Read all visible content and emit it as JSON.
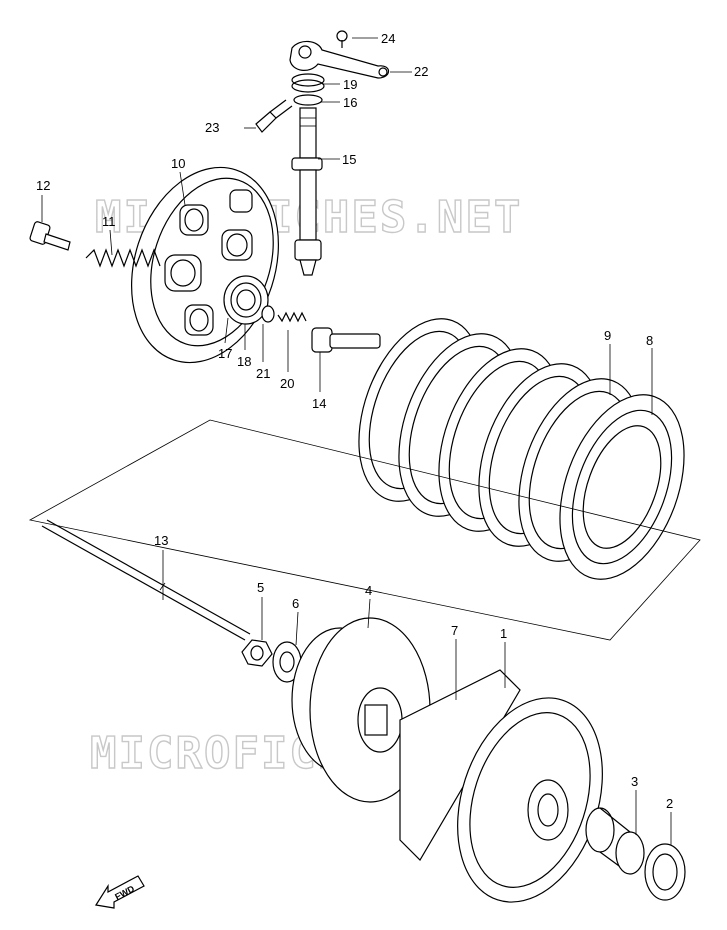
{
  "watermark": "MICROFICHES.NET",
  "fwd_label": "FWD",
  "parts": [
    "1",
    "2",
    "3",
    "4",
    "5",
    "6",
    "7",
    "8",
    "9",
    "10",
    "11",
    "12",
    "13",
    "14",
    "15",
    "16",
    "17",
    "18",
    "19",
    "20",
    "21",
    "22",
    "23",
    "24"
  ]
}
